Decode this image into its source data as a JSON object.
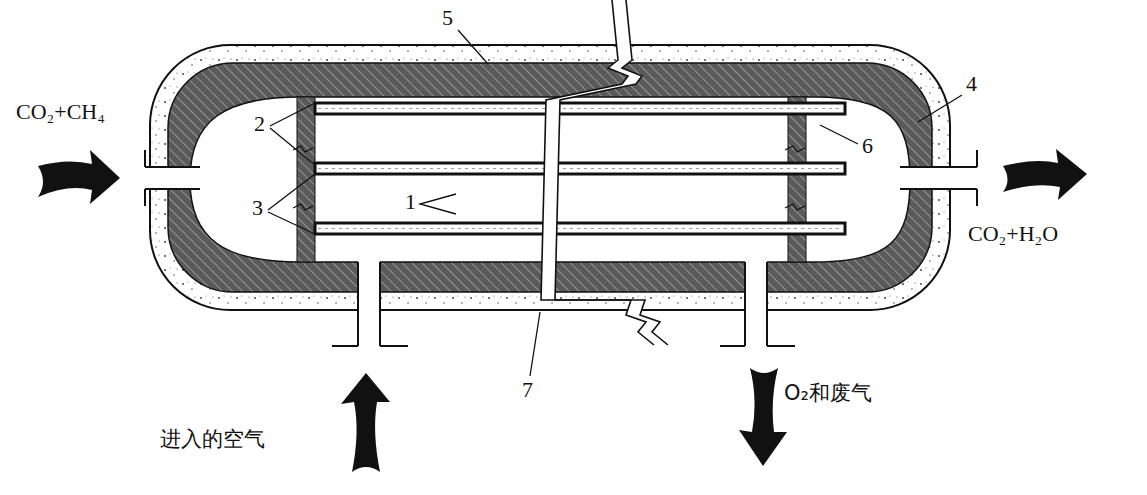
{
  "diagram": {
    "labels": [
      "CO₂+CH₄",
      "CO₂+H₂O",
      "进入的空气",
      "O₂和废气",
      "1",
      "2",
      "3",
      "4",
      "5",
      "6",
      "7"
    ]
  }
}
